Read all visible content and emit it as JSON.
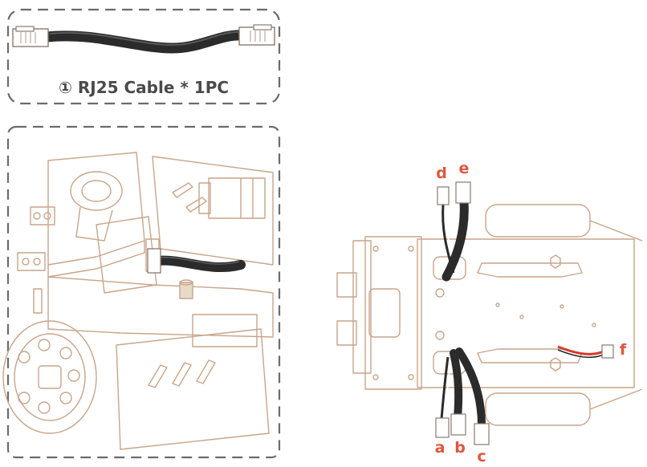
{
  "parts_box": {
    "caption": "① RJ25 Cable * 1PC"
  },
  "labels": {
    "a": "a",
    "b": "b",
    "c": "c",
    "d": "d",
    "e": "e",
    "f": "f"
  },
  "colors": {
    "line_art": "#c9a48a",
    "dash_border": "#6b6b6b",
    "caption": "#4a4a4a",
    "label": "#e0553d",
    "cable_black": "#2b2b2b",
    "wire_red": "#d63a2a"
  }
}
